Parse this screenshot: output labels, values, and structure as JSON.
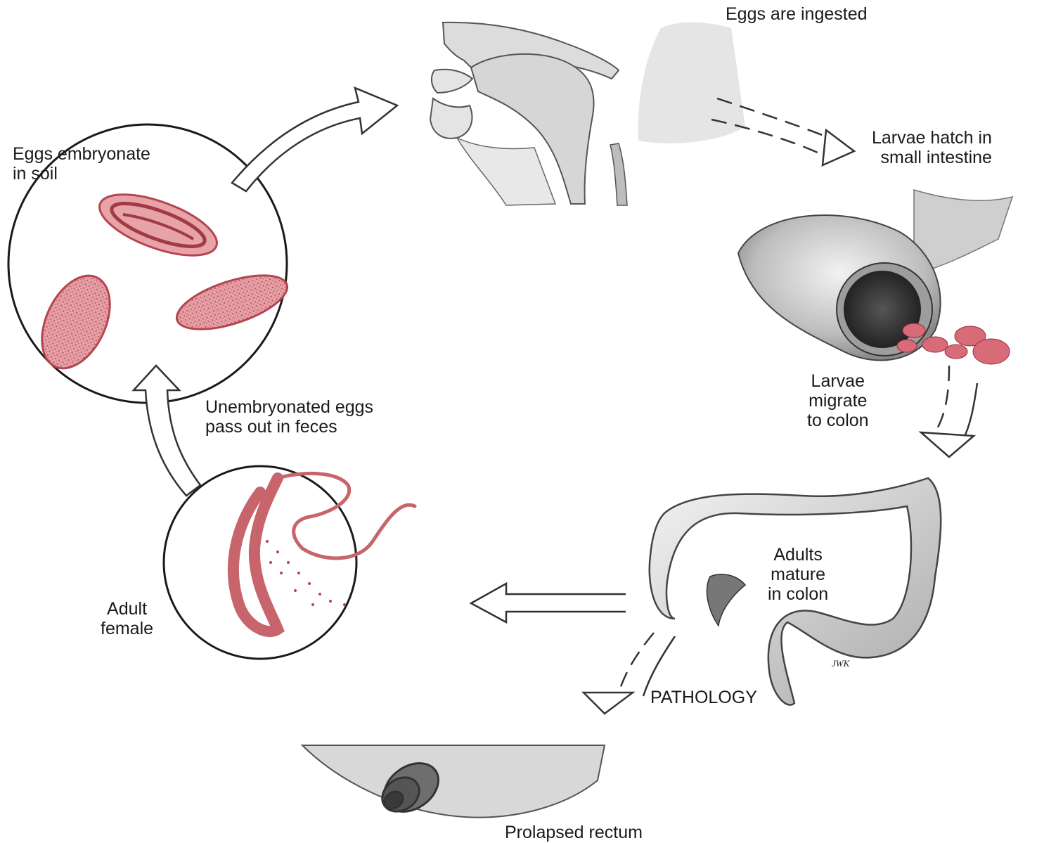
{
  "stages": {
    "ingested": "Eggs are ingested",
    "hatch": [
      "Larvae hatch in",
      "small intestine"
    ],
    "migrate": [
      "Larvae",
      "migrate",
      "to colon"
    ],
    "mature": [
      "Adults",
      "mature",
      "in colon"
    ],
    "feces": [
      "Unembryonated eggs",
      "pass out in feces"
    ],
    "embryonate": [
      "Eggs embryonate",
      "in soil"
    ],
    "adult_female": [
      "Adult",
      "female"
    ]
  },
  "pathology": {
    "label": "PATHOLOGY",
    "result": "Prolapsed rectum"
  },
  "artist_credit": "JWK",
  "colors": {
    "egg_fill": "#e9a3a8",
    "egg_stroke": "#b4454f",
    "worm": "#c8646c",
    "tissue_gray": "#9a9a9a",
    "arrow_stroke": "#333333"
  }
}
